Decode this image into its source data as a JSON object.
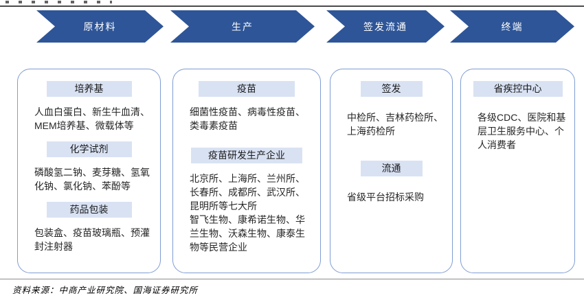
{
  "stages": [
    {
      "arrow": "原材料",
      "sections": [
        {
          "header": "培养基",
          "body": "人血白蛋白、新生牛血清、MEM培养基、微载体等"
        },
        {
          "header": "化学试剂",
          "body": "磷酸氢二钠、麦芽糖、氢氧化钠、氯化钠、苯酚等"
        },
        {
          "header": "药品包装",
          "body": "包装盒、疫苗玻璃瓶、预灌封注射器"
        }
      ]
    },
    {
      "arrow": "生产",
      "sections": [
        {
          "header": "疫苗",
          "body": "细菌性疫苗、病毒性疫苗、类毒素疫苗"
        },
        {
          "header": "疫苗研发生产企业",
          "body": "北京所、上海所、兰州所、长春所、成都所、武汉所、昆明所等七大所\n智飞生物、康希诺生物、华兰生物、沃森生物、康泰生物等民营企业"
        }
      ]
    },
    {
      "arrow": "签发流通",
      "sections": [
        {
          "header": "签发",
          "body": "中检所、吉林药检所、上海药检所"
        },
        {
          "header": "流通",
          "body": "省级平台招标采购"
        }
      ]
    },
    {
      "arrow": "终端",
      "sections": [
        {
          "header": "省疾控中心",
          "body": "各级CDC、医院和基层卫生服务中心、个人消费者"
        }
      ]
    }
  ],
  "footer": {
    "source": "资料来源：中商产业研究院、国海证券研究所"
  },
  "colors": {
    "arrow_blue": "#2E5597",
    "pill_background": "#D9E2F3",
    "box_border": "#7E9CD3",
    "body_text": "#262626"
  }
}
